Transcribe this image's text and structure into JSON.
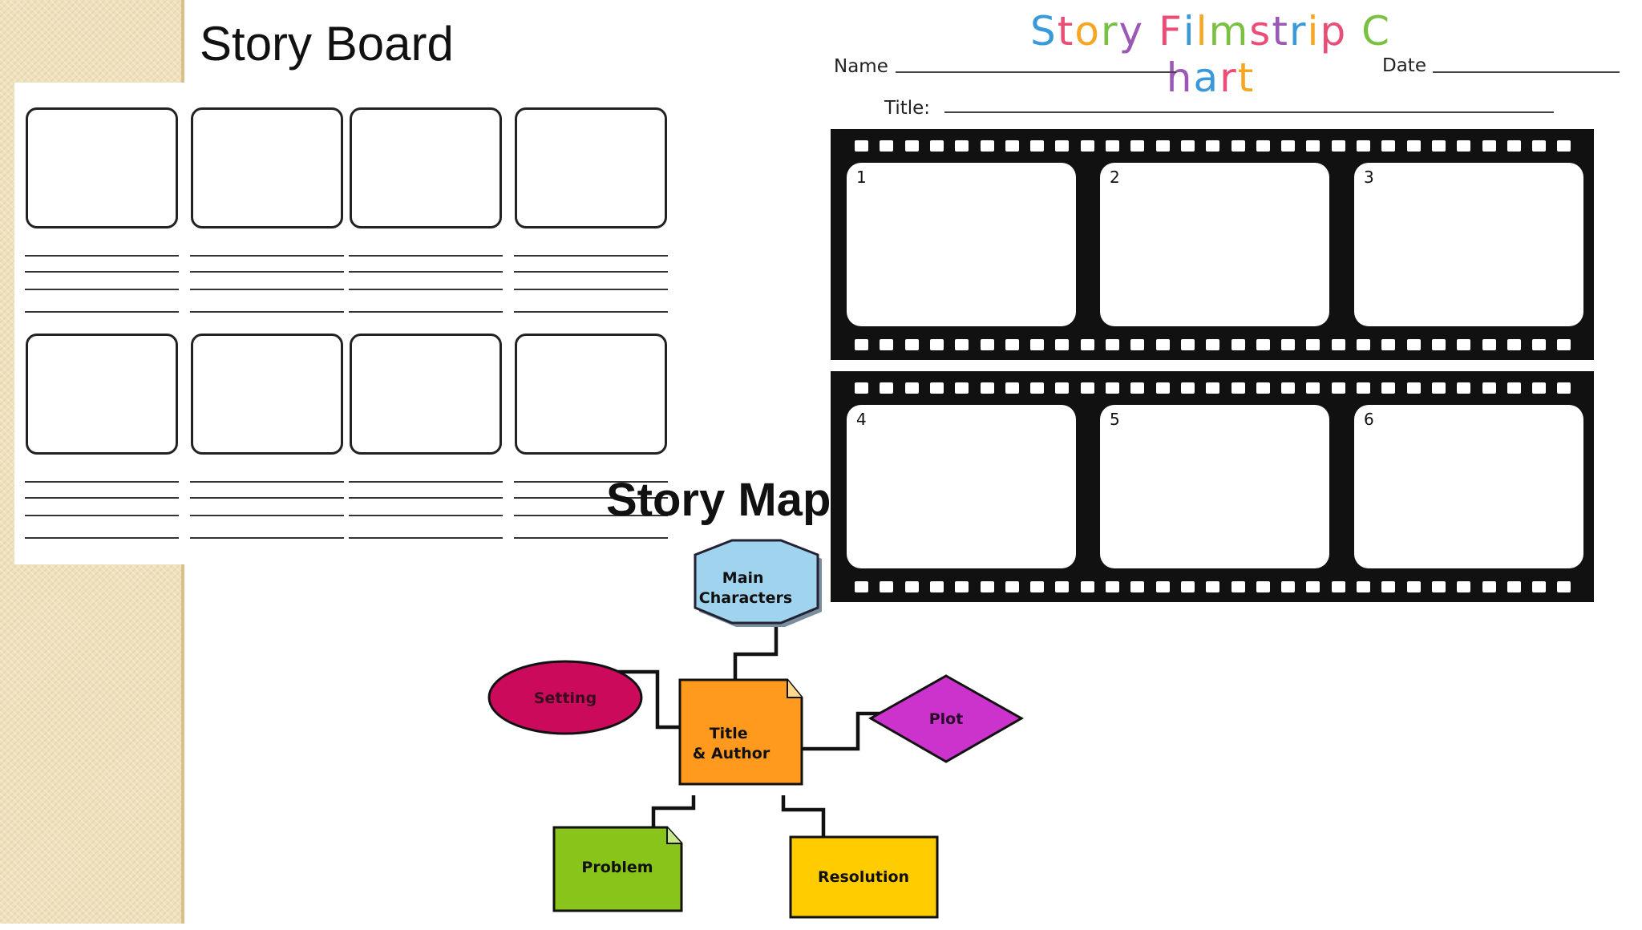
{
  "storyboard": {
    "title": "Story Board",
    "panel_rows": 2,
    "panels_per_row": 4,
    "lines_per_panel": 4
  },
  "filmstrip": {
    "title": "Story Filmstrip Chart",
    "name_label": "Name",
    "date_label": "Date",
    "title_label": "Title:",
    "frames": [
      "1",
      "2",
      "3",
      "4",
      "5",
      "6"
    ]
  },
  "story_map": {
    "title": "Story Map",
    "nodes": {
      "main_characters": [
        "Main",
        "Characters"
      ],
      "setting": "Setting",
      "title_author": [
        "Title",
        "& Author"
      ],
      "plot": "Plot",
      "problem": "Problem",
      "resolution": "Resolution"
    },
    "colors": {
      "main_characters": "#9fd3ee",
      "setting": "#cc0a5c",
      "title_author": "#ff9a1e",
      "plot": "#cc33cc",
      "problem": "#88c41a",
      "resolution": "#ffcc00"
    }
  },
  "theme": {
    "side_strip": "#efe1bb",
    "filmstrip_title_colors": [
      "#3a9ad9",
      "#e94e77",
      "#f5a623",
      "#7ac143",
      "#9b59b6",
      "#e94e77",
      "#3a9ad9",
      "#f5a623",
      "#7ac143",
      "#e94e77",
      "#9b59b6",
      "#3a9ad9",
      "#f5a623",
      "#e94e77",
      "#7ac143",
      "#9b59b6",
      "#3a9ad9",
      "#e94e77",
      "#f5a623",
      "#7ac143",
      "#9b59b6"
    ]
  }
}
